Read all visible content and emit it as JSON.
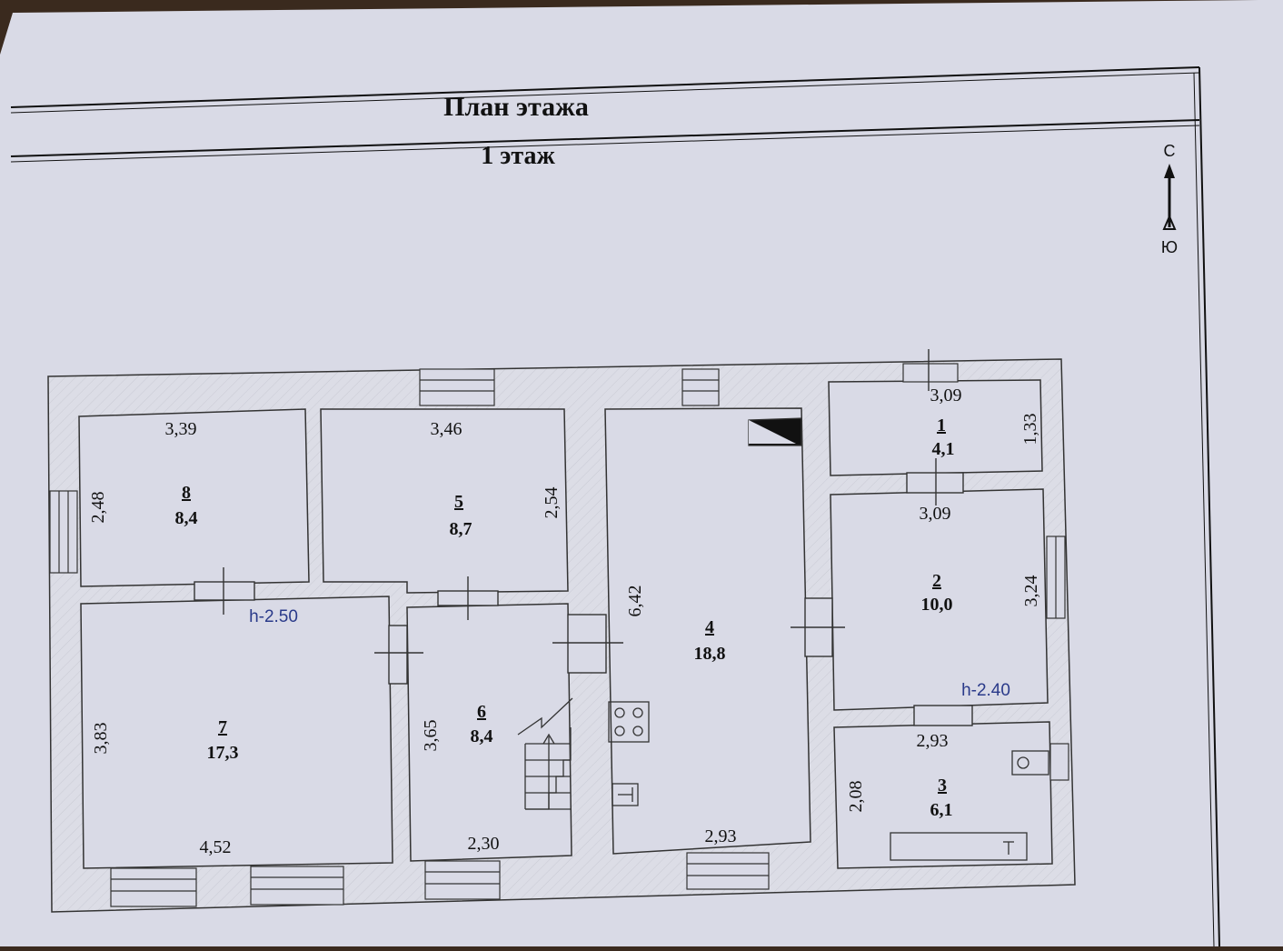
{
  "header": {
    "title": "План этажа",
    "floor": "1 этаж"
  },
  "compass": {
    "north": "С",
    "south": "Ю"
  },
  "height_marks": [
    "h-2.50",
    "h-2.40"
  ],
  "rooms": [
    {
      "id": "1",
      "area": "4,1",
      "dims": [
        "3,09",
        "1,33"
      ]
    },
    {
      "id": "2",
      "area": "10,0",
      "dims": [
        "3,09",
        "3,24"
      ]
    },
    {
      "id": "3",
      "area": "6,1",
      "dims": [
        "2,93",
        "2,08"
      ]
    },
    {
      "id": "4",
      "area": "18,8",
      "dims": [
        "6,42",
        "2,93"
      ]
    },
    {
      "id": "5",
      "area": "8,7",
      "dims": [
        "3,46",
        "2,54"
      ]
    },
    {
      "id": "6",
      "area": "8,4",
      "dims": [
        "3,65",
        "2,30"
      ]
    },
    {
      "id": "7",
      "area": "17,3",
      "dims": [
        "3,83",
        "4,52"
      ]
    },
    {
      "id": "8",
      "area": "8,4",
      "dims": [
        "3,39",
        "2,48"
      ]
    }
  ]
}
